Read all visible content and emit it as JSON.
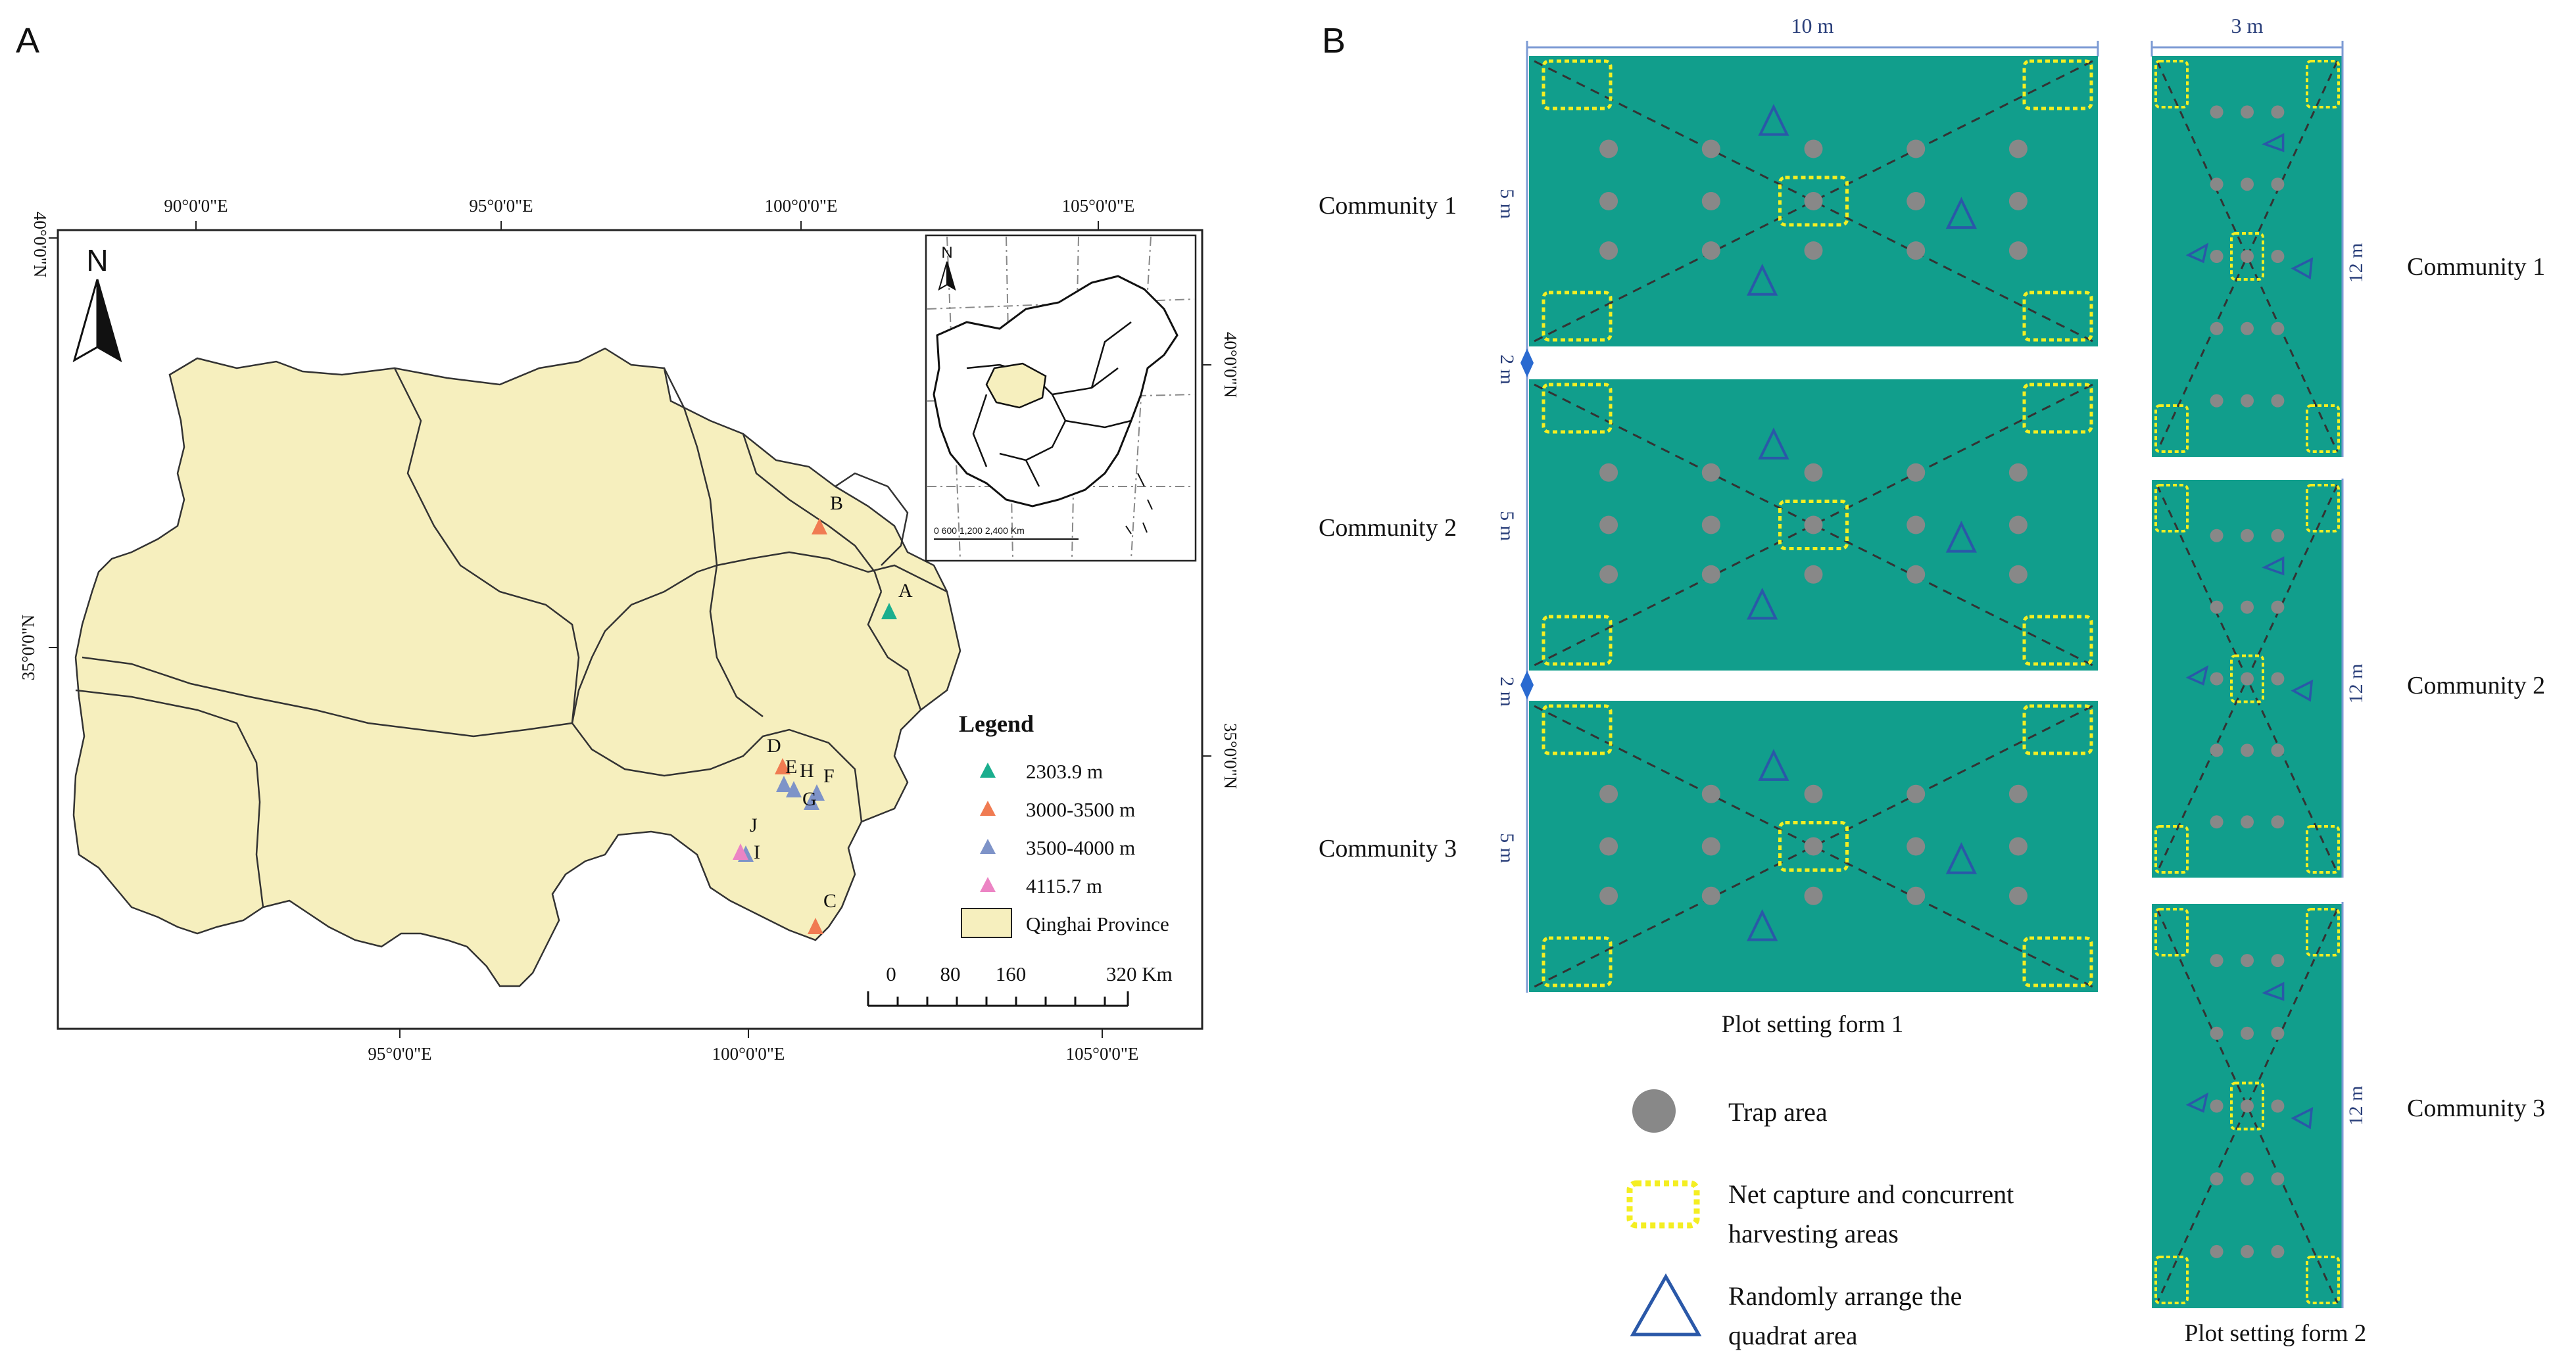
{
  "panel_a": {
    "label": "A",
    "top_lon_ticks": [
      "90°0'0\"E",
      "95°0'0\"E",
      "100°0'0\"E",
      "105°0'0\"E"
    ],
    "bottom_lon_ticks": [
      "95°0'0\"E",
      "100°0'0\"E",
      "105°0'0\"E"
    ],
    "left_lat_ticks": [
      "40°0'0\"N",
      "35°0'0\"N"
    ],
    "right_lat_ticks": [
      "40°0'0\"N",
      "35°0'0\"N"
    ],
    "north_arrow": "N",
    "inset_north": "N",
    "inset_scale": "0   600  1,200      2,400 Km",
    "site_labels": [
      "A",
      "B",
      "C",
      "D",
      "E",
      "F",
      "G",
      "H",
      "I",
      "J"
    ],
    "legend": {
      "title": "Legend",
      "items": [
        {
          "label": "2303.9 m",
          "color": "#1aae8e"
        },
        {
          "label": "3000-3500 m",
          "color": "#f07b52"
        },
        {
          "label": "3500-4000 m",
          "color": "#7e93c8"
        },
        {
          "label": "4115.7 m",
          "color": "#ec84c4"
        },
        {
          "label": "Qinghai Province",
          "color": "#f6efbe"
        }
      ]
    },
    "scale_bar": {
      "ticks": [
        "0",
        "80",
        "160",
        "320 Km"
      ]
    }
  },
  "panel_b": {
    "label": "B",
    "form1": {
      "width_label": "10 m",
      "height_label": "5 m",
      "gap_label": "2 m",
      "communities": [
        "Community 1",
        "Community 2",
        "Community 3"
      ],
      "caption": "Plot setting form 1"
    },
    "form2": {
      "width_label": "3 m",
      "height_label": "12 m",
      "communities": [
        "Community 1",
        "Community 2",
        "Community 3"
      ],
      "caption": "Plot setting form 2"
    },
    "legend": {
      "trap": "Trap area",
      "net_line1": "Net capture and concurrent",
      "net_line2": "harvesting areas",
      "quadrat_line1": "Randomly arrange the",
      "quadrat_line2": "quadrat area"
    }
  },
  "colors": {
    "plot_fill": "#119e8c",
    "trap_dot": "#888888",
    "net_box": "#f4ee22",
    "quadrat": "#2a58a8",
    "province": "#f6efbe"
  }
}
